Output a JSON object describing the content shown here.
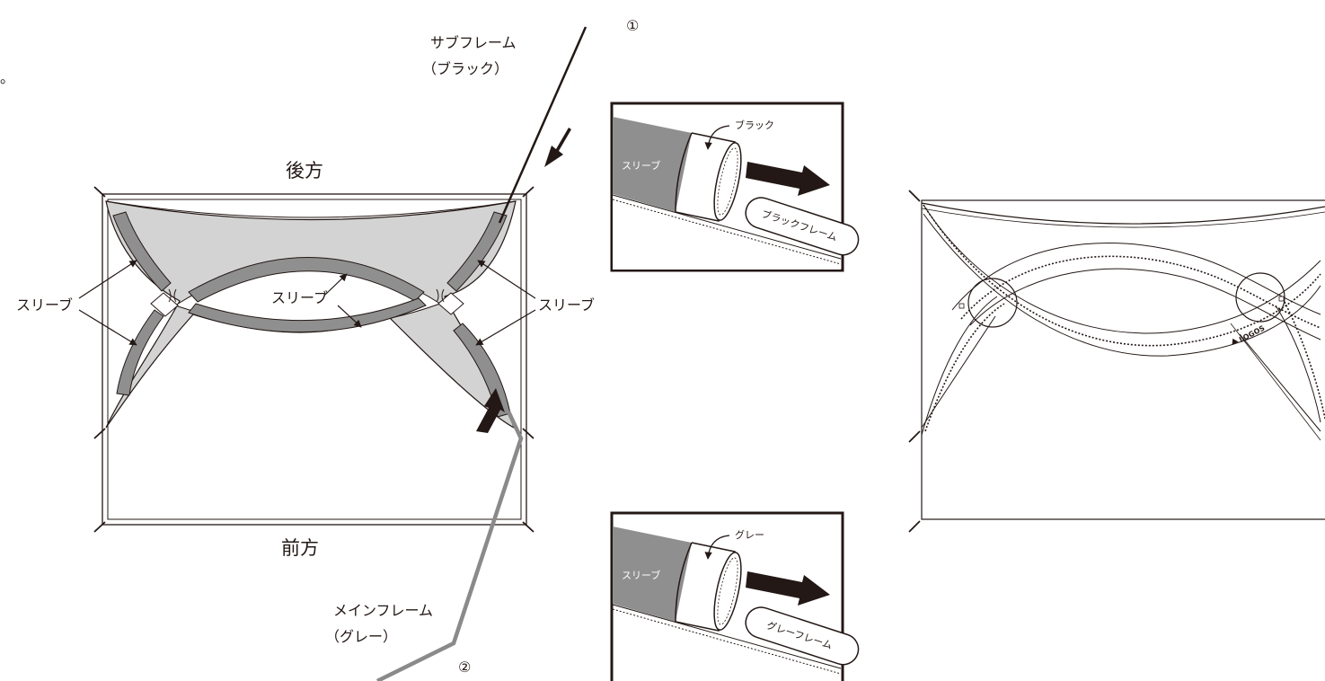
{
  "left_diagram": {
    "rear_label": "後方",
    "front_label": "前方",
    "sleeve_label": "スリーブ",
    "step_1": "①",
    "step_2": "②",
    "sub_frame_label": "サブフレーム",
    "sub_frame_color": "（ブラック）",
    "main_frame_label": "メインフレーム",
    "main_frame_color": "（グレー）",
    "edge_text": "。"
  },
  "inset_black": {
    "sleeve_label": "スリーブ",
    "color_label": "ブラック",
    "frame_label": "ブラックフレーム"
  },
  "inset_gray": {
    "sleeve_label": "スリーブ",
    "color_label": "グレー",
    "frame_label": "グレーフレーム"
  },
  "right_diagram": {
    "logo_text": "LOGOS"
  },
  "colors": {
    "ink": "#231815",
    "canopy_fill": "#d3d3d3",
    "sleeve_fill": "#8f8f8f",
    "main_frame": "#8a8a8a"
  }
}
